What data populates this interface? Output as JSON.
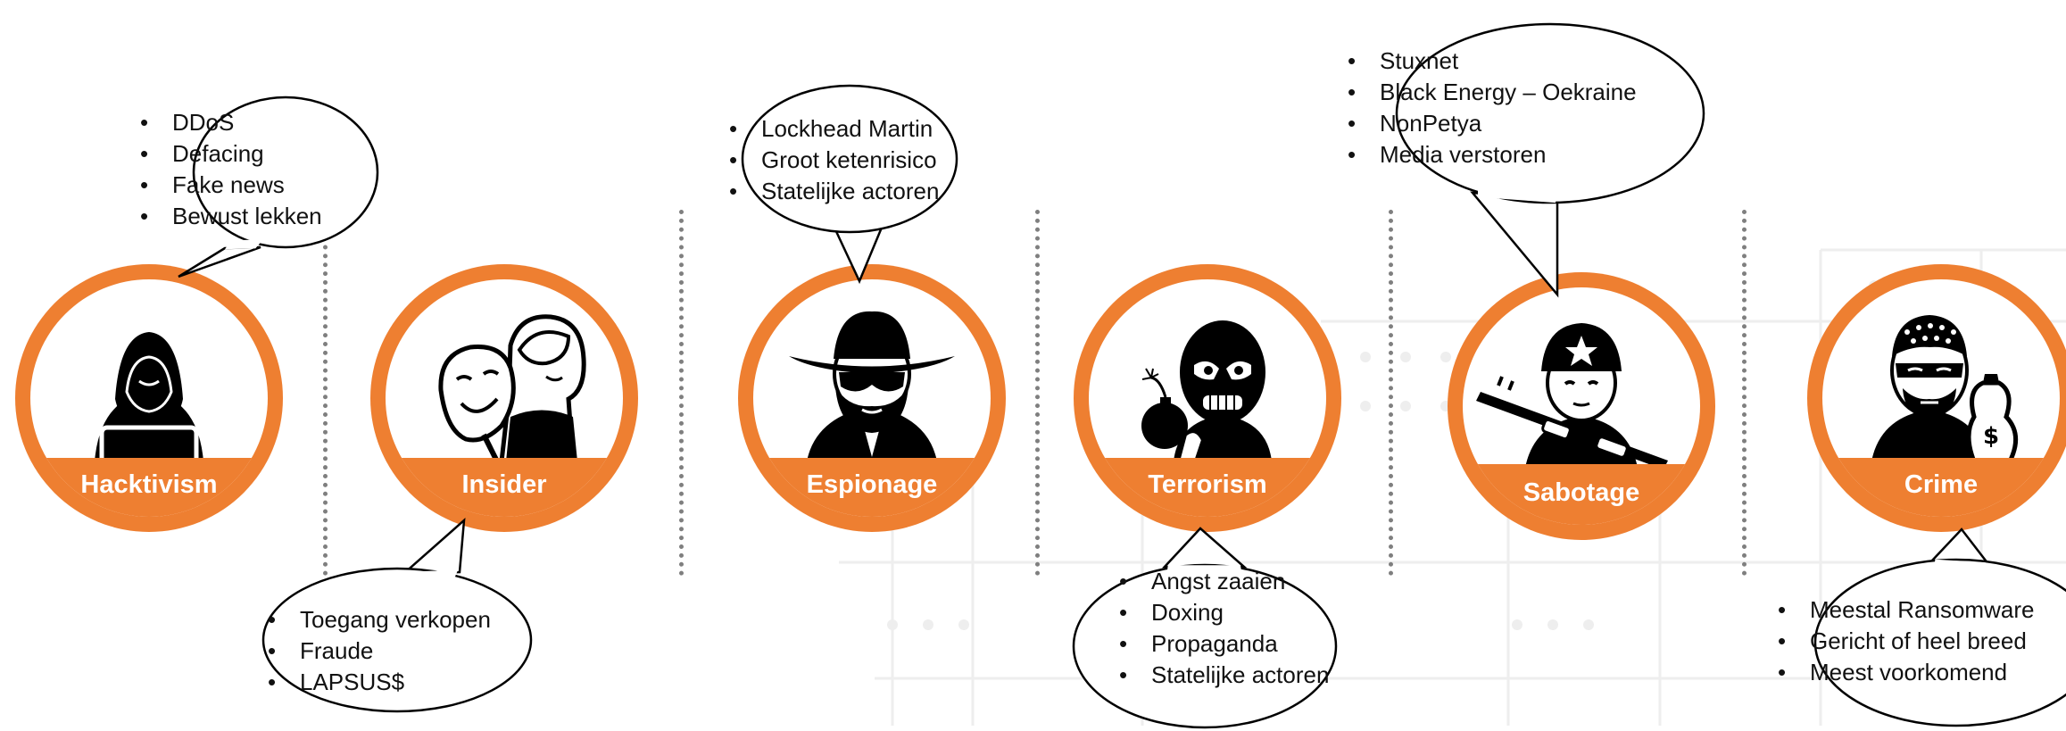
{
  "colors": {
    "accent": "#ee7f31",
    "text": "#111111",
    "divider": "#7f7f7f",
    "grid": "#eeeeee"
  },
  "actors": [
    {
      "id": "hacktivism",
      "label": "Hacktivism",
      "icon": "hooded-hacker-icon",
      "items": [
        "DDoS",
        "Defacing",
        "Fake news",
        "Bewust lekken"
      ]
    },
    {
      "id": "insider",
      "label": "Insider",
      "icon": "mask-figure-icon",
      "items": [
        "Toegang verkopen",
        "Fraude",
        "LAPSUS$"
      ]
    },
    {
      "id": "espionage",
      "label": "Espionage",
      "icon": "spy-icon",
      "items": [
        "Lockhead Martin",
        "Groot ketenrisico",
        "Statelijke actoren"
      ]
    },
    {
      "id": "terrorism",
      "label": "Terrorism",
      "icon": "terrorist-bomb-icon",
      "items": [
        "Angst zaaien",
        "Doxing",
        "Propaganda",
        "Statelijke actoren"
      ]
    },
    {
      "id": "sabotage",
      "label": "Sabotage",
      "icon": "soldier-rifle-icon",
      "items": [
        "Stuxnet",
        "Black Energy – Oekraine",
        "NonPetya",
        "Media verstoren"
      ]
    },
    {
      "id": "crime",
      "label": "Crime",
      "icon": "robber-moneybag-icon",
      "items": [
        "Meestal Ransomware",
        "Gericht of heel breed",
        "Meest voorkomend"
      ]
    }
  ]
}
